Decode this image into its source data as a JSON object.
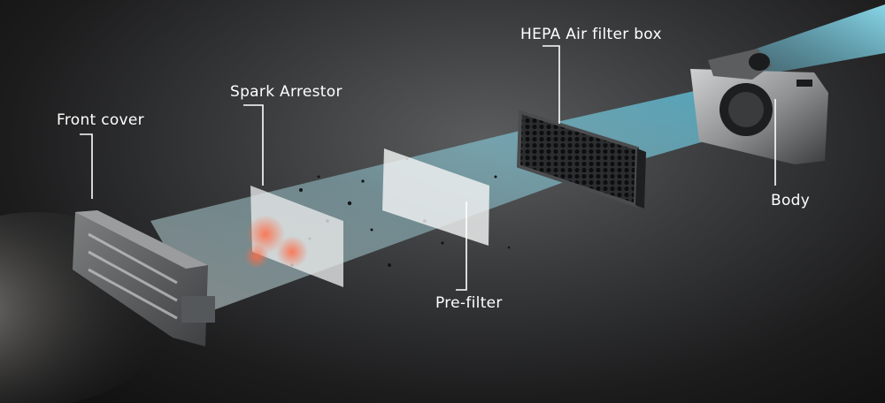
{
  "labels": {
    "front_cover": "Front cover",
    "spark_arrestor": "Spark Arrestor",
    "hepa_box": "HEPA  Air filter box",
    "pre_filter": "Pre-filter",
    "body": "Body"
  },
  "colors": {
    "airflow": "#7fd3ea",
    "callout": "#ffffff",
    "sparks": "#e0553a"
  }
}
